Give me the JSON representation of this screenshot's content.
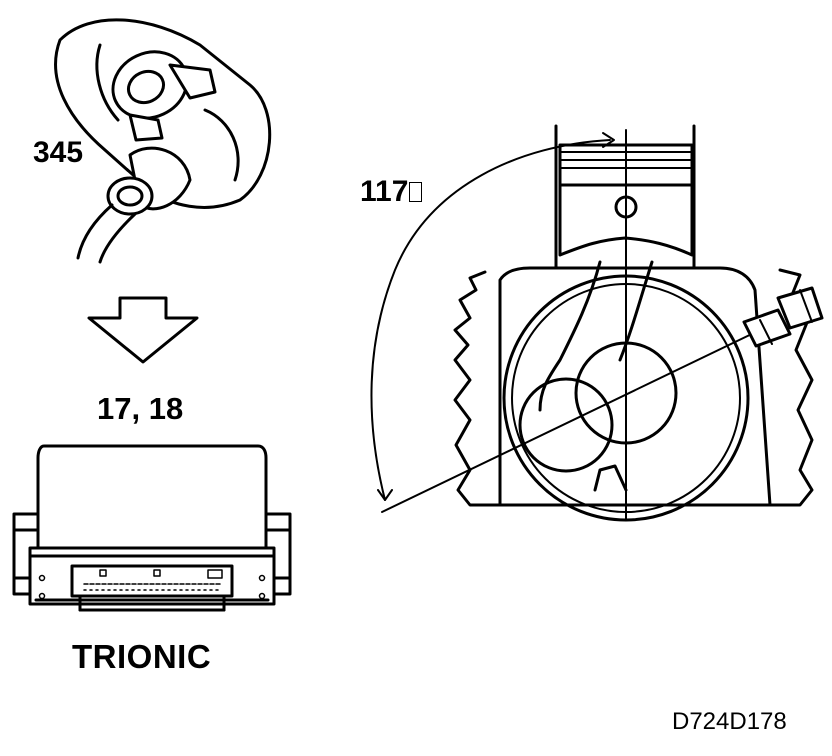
{
  "labels": {
    "sensor_number": "345",
    "unit_numbers": "17, 18",
    "unit_name": "TRIONIC",
    "angle_value": "117",
    "drawing_code": "D724D178"
  },
  "icons": {
    "sensor": "crankshaft-position-sensor-icon",
    "arrow": "down-arrow-icon",
    "control_unit": "control-module-icon",
    "engine": "engine-cross-section-icon"
  },
  "colors": {
    "line": "#000000",
    "background": "#ffffff"
  }
}
